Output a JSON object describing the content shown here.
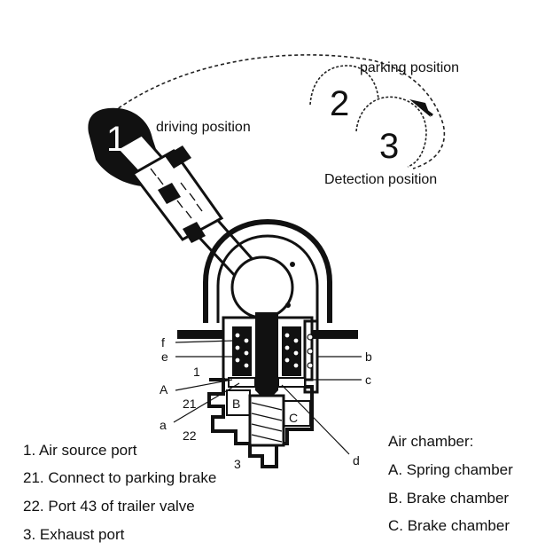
{
  "positions": {
    "p1": {
      "number": "1",
      "label": "driving position"
    },
    "p2": {
      "number": "2",
      "label": "parking position"
    },
    "p3": {
      "number": "3",
      "label": "Detection position"
    }
  },
  "callouts": {
    "f": "f",
    "e": "e",
    "A": "A",
    "a": "a",
    "b": "b",
    "c": "c",
    "d": "d",
    "B": "B",
    "C": "C",
    "port_1": "1",
    "port_21": "21",
    "port_22": "22",
    "port_3": "3"
  },
  "port_legend": [
    "1. Air source port",
    "21. Connect to parking brake",
    "22. Port 43 of trailer valve",
    "3. Exhaust port"
  ],
  "chamber_legend": {
    "title": "Air chamber:",
    "items": [
      "A. Spring chamber",
      "B. Brake chamber",
      "C. Brake chamber"
    ]
  }
}
